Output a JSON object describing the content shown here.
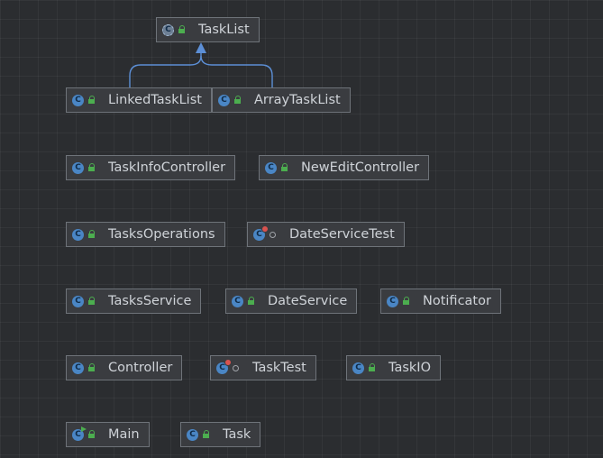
{
  "diagram": {
    "title": "",
    "colors": {
      "background": "#2b2d30",
      "node_fill": "#3a3c40",
      "node_border": "#6e7379",
      "text": "#cfd3d8",
      "edge": "#5c8fd6",
      "class_icon": "#4a86c5",
      "lock_green": "#4cae4f"
    },
    "nodes": {
      "tasklist": {
        "label": "TaskList",
        "icon": "abstract-class-icon",
        "visibility": "public"
      },
      "linkedtasklist": {
        "label": "LinkedTaskList",
        "icon": "class-icon",
        "visibility": "public"
      },
      "arraytasklist": {
        "label": "ArrayTaskList",
        "icon": "class-icon",
        "visibility": "public"
      },
      "taskinfocontroller": {
        "label": "TaskInfoController",
        "icon": "class-icon",
        "visibility": "public"
      },
      "neweditcontroller": {
        "label": "NewEditController",
        "icon": "class-icon",
        "visibility": "public"
      },
      "tasksoperations": {
        "label": "TasksOperations",
        "icon": "class-icon",
        "visibility": "public"
      },
      "dateservicetest": {
        "label": "DateServiceTest",
        "icon": "test-class-icon",
        "visibility": "package-private"
      },
      "tasksservice": {
        "label": "TasksService",
        "icon": "class-icon",
        "visibility": "public"
      },
      "dateservice": {
        "label": "DateService",
        "icon": "class-icon",
        "visibility": "public"
      },
      "notificator": {
        "label": "Notificator",
        "icon": "class-icon",
        "visibility": "public"
      },
      "controller": {
        "label": "Controller",
        "icon": "class-icon",
        "visibility": "public"
      },
      "tasktest": {
        "label": "TaskTest",
        "icon": "test-class-icon",
        "visibility": "package-private"
      },
      "taskio": {
        "label": "TaskIO",
        "icon": "class-icon",
        "visibility": "public"
      },
      "main": {
        "label": "Main",
        "icon": "runnable-class-icon",
        "visibility": "public"
      },
      "task": {
        "label": "Task",
        "icon": "class-icon",
        "visibility": "public"
      }
    },
    "edges": [
      {
        "from": "linkedtasklist",
        "to": "tasklist",
        "type": "realization"
      },
      {
        "from": "arraytasklist",
        "to": "tasklist",
        "type": "realization"
      }
    ]
  }
}
